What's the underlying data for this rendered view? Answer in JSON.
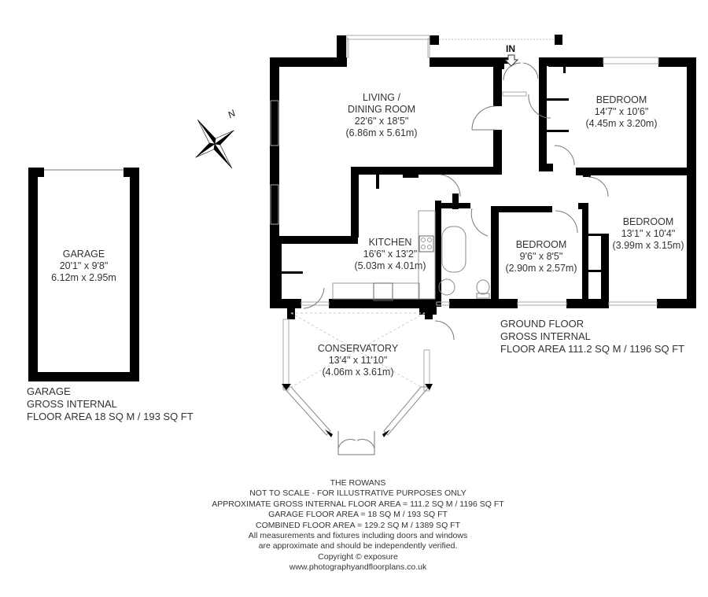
{
  "property_name": "THE ROWANS",
  "entry_label": "IN",
  "compass": {
    "icon": "north-arrow-compass-icon",
    "label": "N"
  },
  "rooms": {
    "living": {
      "name_line1": "LIVING /",
      "name_line2": "DINING ROOM",
      "imperial": "22'6\" x 18'5\"",
      "metric": "(6.86m x 5.61m)"
    },
    "bedroom1": {
      "name": "BEDROOM",
      "imperial": "14'7\" x 10'6\"",
      "metric": "(4.45m x 3.20m)"
    },
    "bedroom2": {
      "name": "BEDROOM",
      "imperial": "13'1\" x 10'4\"",
      "metric": "(3.99m x 3.15m)"
    },
    "bedroom3": {
      "name": "BEDROOM",
      "imperial": "9'6\" x 8'5\"",
      "metric": "(2.90m x 2.57m)"
    },
    "kitchen": {
      "name": "KITCHEN",
      "imperial": "16'6\" x 13'2\"",
      "metric": "(5.03m x 4.01m)"
    },
    "conservatory": {
      "name": "CONSERVATORY",
      "imperial": "13'4\" x 11'10\"",
      "metric": "(4.06m x 3.61m)"
    },
    "garage": {
      "name": "GARAGE",
      "imperial": "20'1\" x 9'8\"",
      "metric": "6.12m x 2.95m"
    }
  },
  "ground_floor_note": {
    "line1": "GROUND FLOOR",
    "line2": "GROSS INTERNAL",
    "line3": "FLOOR AREA 111.2 SQ M / 1196 SQ FT"
  },
  "garage_note": {
    "line1": "GARAGE",
    "line2": "GROSS INTERNAL",
    "line3": "FLOOR AREA 18 SQ M / 193 SQ FT"
  },
  "footer": {
    "title": "THE ROWANS",
    "scale_note": "NOT TO SCALE - FOR ILLUSTRATIVE PURPOSES ONLY",
    "gross_area": "APPROXIMATE GROSS INTERNAL FLOOR AREA = 111.2 SQ M / 1196 SQ FT",
    "garage_area": "GARAGE FLOOR AREA = 18 SQ M / 193 SQ FT",
    "combined_area": "COMBINED FLOOR AREA = 129.2 SQ M / 1389 SQ FT",
    "disclaimer1": "All measurements and fixtures including doors and windows",
    "disclaimer2": "are approximate and should be independently verified.",
    "copyright": "Copyright © exposure",
    "website": "www.photographyandfloorplans.co.uk"
  },
  "colors": {
    "wall": "#000000",
    "window": "#bbbbbb",
    "text": "#333333",
    "background": "#ffffff"
  }
}
